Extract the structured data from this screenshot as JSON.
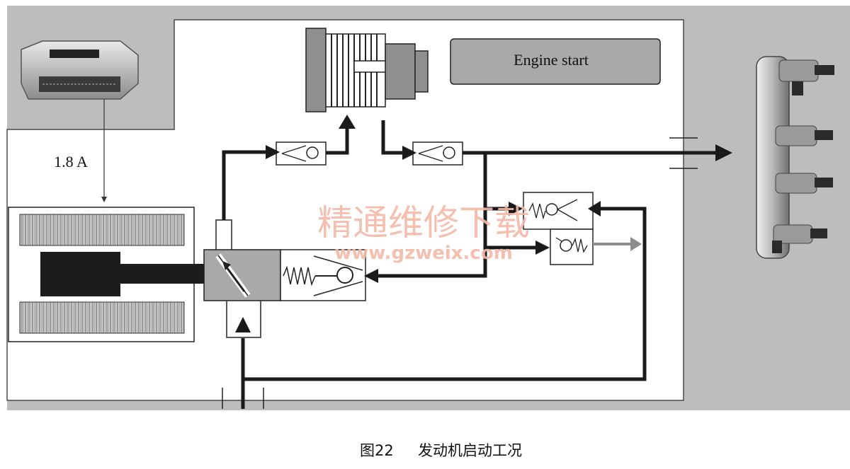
{
  "diagram": {
    "status_box": {
      "label": "Engine start"
    },
    "ecu": {
      "current_label": "1.8 A"
    },
    "watermark": {
      "line1": "精通维修下载",
      "line2": "www.gzweix.com"
    }
  },
  "caption": {
    "figure_number": "图22",
    "title": "发动机启动工况"
  },
  "colors": {
    "background_gray": "#bdbdbd",
    "panel_white": "#ffffff",
    "line_dark": "#1a1a1a",
    "box_fill": "#a9a9a9",
    "watermark_red": "#f3b9a6",
    "arrow_gray": "#8c8c8c"
  }
}
